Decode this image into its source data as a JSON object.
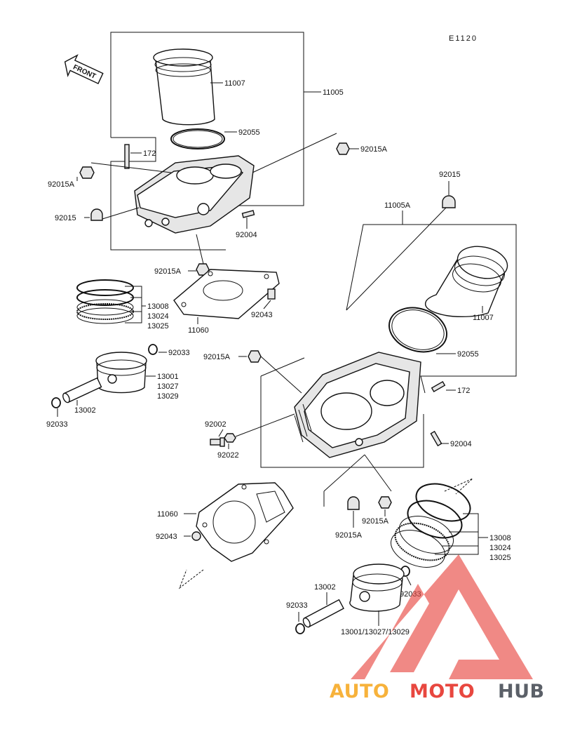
{
  "diagram_code": "E1120",
  "front_label": "FRONT",
  "labels": {
    "upper": {
      "p11007": "11007",
      "p11005": "11005",
      "p92055": "92055",
      "p172": "172",
      "p92015A_a": "92015A",
      "p92015A_b": "92015A",
      "p92015": "92015",
      "p92004": "92004",
      "p92015A_c": "92015A",
      "p11060": "11060",
      "p92043": "92043",
      "p13008": "13008",
      "p13024": "13024",
      "p13025": "13025",
      "p92033_a": "92033",
      "p13001": "13001",
      "p13027": "13027",
      "p13029": "13029",
      "p13002": "13002",
      "p92033_b": "92033"
    },
    "lower": {
      "p92015": "92015",
      "p11005A": "11005A",
      "p11007": "11007",
      "p92055": "92055",
      "p92015A_a": "92015A",
      "p172": "172",
      "p92002": "92002",
      "p92022": "92022",
      "p92004": "92004",
      "p11060": "11060",
      "p92043": "92043",
      "p92015A_b": "92015A",
      "p92015A_c": "92015A",
      "p13008": "13008",
      "p13024": "13024",
      "p13025": "13025",
      "p92033_a": "92033",
      "p13002": "13002",
      "p92033_b": "92033",
      "p13001_set": "13001/13027/13029"
    }
  },
  "watermark": {
    "text_a": "AUTO",
    "text_b": "MOTO",
    "text_c": "HUB",
    "color_orange": "#f7b23b",
    "color_red": "#e8473f",
    "color_gray": "#5b6068"
  }
}
